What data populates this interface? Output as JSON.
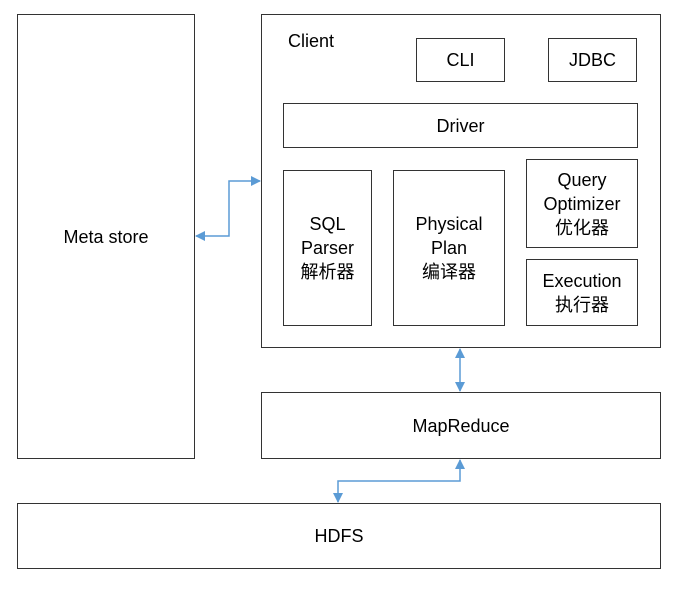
{
  "diagram": {
    "meta_store": "Meta store",
    "client": {
      "title": "Client",
      "cli": "CLI",
      "jdbc": "JDBC",
      "driver": "Driver",
      "sql_parser": [
        "SQL",
        "Parser",
        "解析器"
      ],
      "physical_plan": [
        "Physical",
        "Plan",
        "编译器"
      ],
      "query_optimizer": [
        "Query",
        "Optimizer",
        "优化器"
      ],
      "execution": [
        "Execution",
        "执行器"
      ]
    },
    "mapreduce": "MapReduce",
    "hdfs": "HDFS",
    "colors": {
      "border": "#333333",
      "arrow": "#5b9bd5"
    }
  }
}
